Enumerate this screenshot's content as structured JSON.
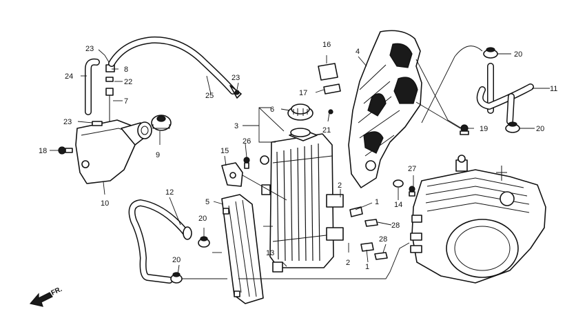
{
  "callouts": [
    {
      "id": "c1a",
      "label": "1"
    },
    {
      "id": "c1b",
      "label": "1"
    },
    {
      "id": "c2a",
      "label": "2"
    },
    {
      "id": "c2b",
      "label": "2"
    },
    {
      "id": "c3",
      "label": "3"
    },
    {
      "id": "c4",
      "label": "4"
    },
    {
      "id": "c5",
      "label": "5"
    },
    {
      "id": "c6",
      "label": "6"
    },
    {
      "id": "c7",
      "label": "7"
    },
    {
      "id": "c8",
      "label": "8"
    },
    {
      "id": "c9",
      "label": "9"
    },
    {
      "id": "c10",
      "label": "10"
    },
    {
      "id": "c11",
      "label": "11"
    },
    {
      "id": "c12",
      "label": "12"
    },
    {
      "id": "c13",
      "label": "13"
    },
    {
      "id": "c14",
      "label": "14"
    },
    {
      "id": "c15",
      "label": "15"
    },
    {
      "id": "c16",
      "label": "16"
    },
    {
      "id": "c17",
      "label": "17"
    },
    {
      "id": "c18",
      "label": "18"
    },
    {
      "id": "c19",
      "label": "19"
    },
    {
      "id": "c20a",
      "label": "20"
    },
    {
      "id": "c20b",
      "label": "20"
    },
    {
      "id": "c20c",
      "label": "20"
    },
    {
      "id": "c20d",
      "label": "20"
    },
    {
      "id": "c21",
      "label": "21"
    },
    {
      "id": "c22",
      "label": "22"
    },
    {
      "id": "c23a",
      "label": "23"
    },
    {
      "id": "c23b",
      "label": "23"
    },
    {
      "id": "c23c",
      "label": "23"
    },
    {
      "id": "c24",
      "label": "24"
    },
    {
      "id": "c25",
      "label": "25"
    },
    {
      "id": "c26",
      "label": "26"
    },
    {
      "id": "c27",
      "label": "27"
    },
    {
      "id": "c28a",
      "label": "28"
    },
    {
      "id": "c28b",
      "label": "28"
    }
  ],
  "direction_label": "FR."
}
